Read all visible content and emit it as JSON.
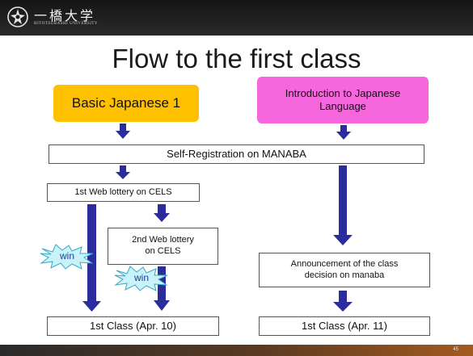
{
  "header": {
    "logo_text": "一橋大学",
    "logo_subtext": "HITOTSUBASHI UNIVERSITY"
  },
  "title": "Flow to the first class",
  "nodes": {
    "basic_japanese": "Basic Japanese 1",
    "intro_japanese": [
      "Introduction to Japanese",
      "Language"
    ],
    "self_registration": "Self-Registration on MANABA",
    "lottery_1": "1st Web lottery on CELS",
    "lottery_2": [
      "2nd Web lottery",
      "on CELS"
    ],
    "announcement": [
      "Announcement of the class",
      "decision on manaba"
    ],
    "class_1": "1st Class (Apr. 10)",
    "class_2": "1st Class (Apr. 11)"
  },
  "badges": {
    "win_1": "win",
    "win_2": "win"
  },
  "footer": {
    "page_number": "45"
  },
  "colors": {
    "arrow": "#2b2d9c",
    "basic_japanese_fill": "#ffc000",
    "intro_fill": "#f667de",
    "win_burst_fill": "#c8f3f8",
    "win_burst_stroke": "#3aa7c8",
    "header_bg": "#1c1c1c",
    "footer_accent": "#a35a1f"
  }
}
